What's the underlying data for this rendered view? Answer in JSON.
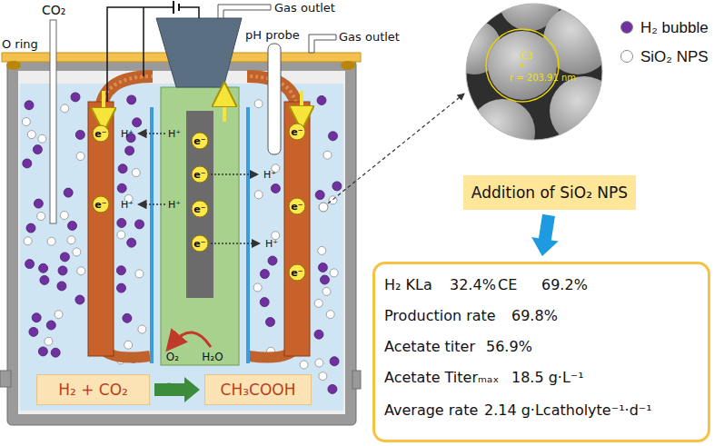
{
  "diagram": {
    "nodes": [
      {
        "text": [
          "H₂ + CO₂"
        ]
      },
      {
        "text": [
          "CH₃COOH"
        ]
      },
      {
        "text": [
          "C3",
          "r = 203.91 nm"
        ]
      },
      {
        "text": [
          "Addition of SiO₂ NPS"
        ]
      },
      {
        "text": [
          "H₂ KLa",
          "32.4%",
          "CE",
          "69.2%",
          "Production rate",
          "69.8%",
          "Acetate titer",
          "56.9%",
          "Acetate Titerₘₐₓ",
          "18.5 g·L⁻¹",
          "Average rate",
          "2.14 g·Lcatholyte⁻¹·d⁻¹"
        ]
      }
    ],
    "edges": [
      {
        "from": 0,
        "to": 1,
        "arrow": "to"
      },
      {
        "from": 3,
        "to": 4,
        "arrow": "to"
      }
    ],
    "labels": [
      "CO₂",
      "Gas outlet",
      "O ring",
      "pH probe",
      "Gas outlet",
      "e⁻",
      "e⁻",
      "e⁻",
      "e⁻",
      "e⁻",
      "e⁻",
      "e⁻",
      "e⁻",
      "e⁻",
      "H⁺",
      "H⁺",
      "H⁺",
      "H⁺",
      "H⁺",
      "H⁺",
      "O₂",
      "H₂O"
    ],
    "legend": [
      {
        "text": "H₂ bubble",
        "color": "#7030a0"
      },
      {
        "text": "SiO₂ NPS",
        "color": "#ffffff"
      }
    ]
  }
}
